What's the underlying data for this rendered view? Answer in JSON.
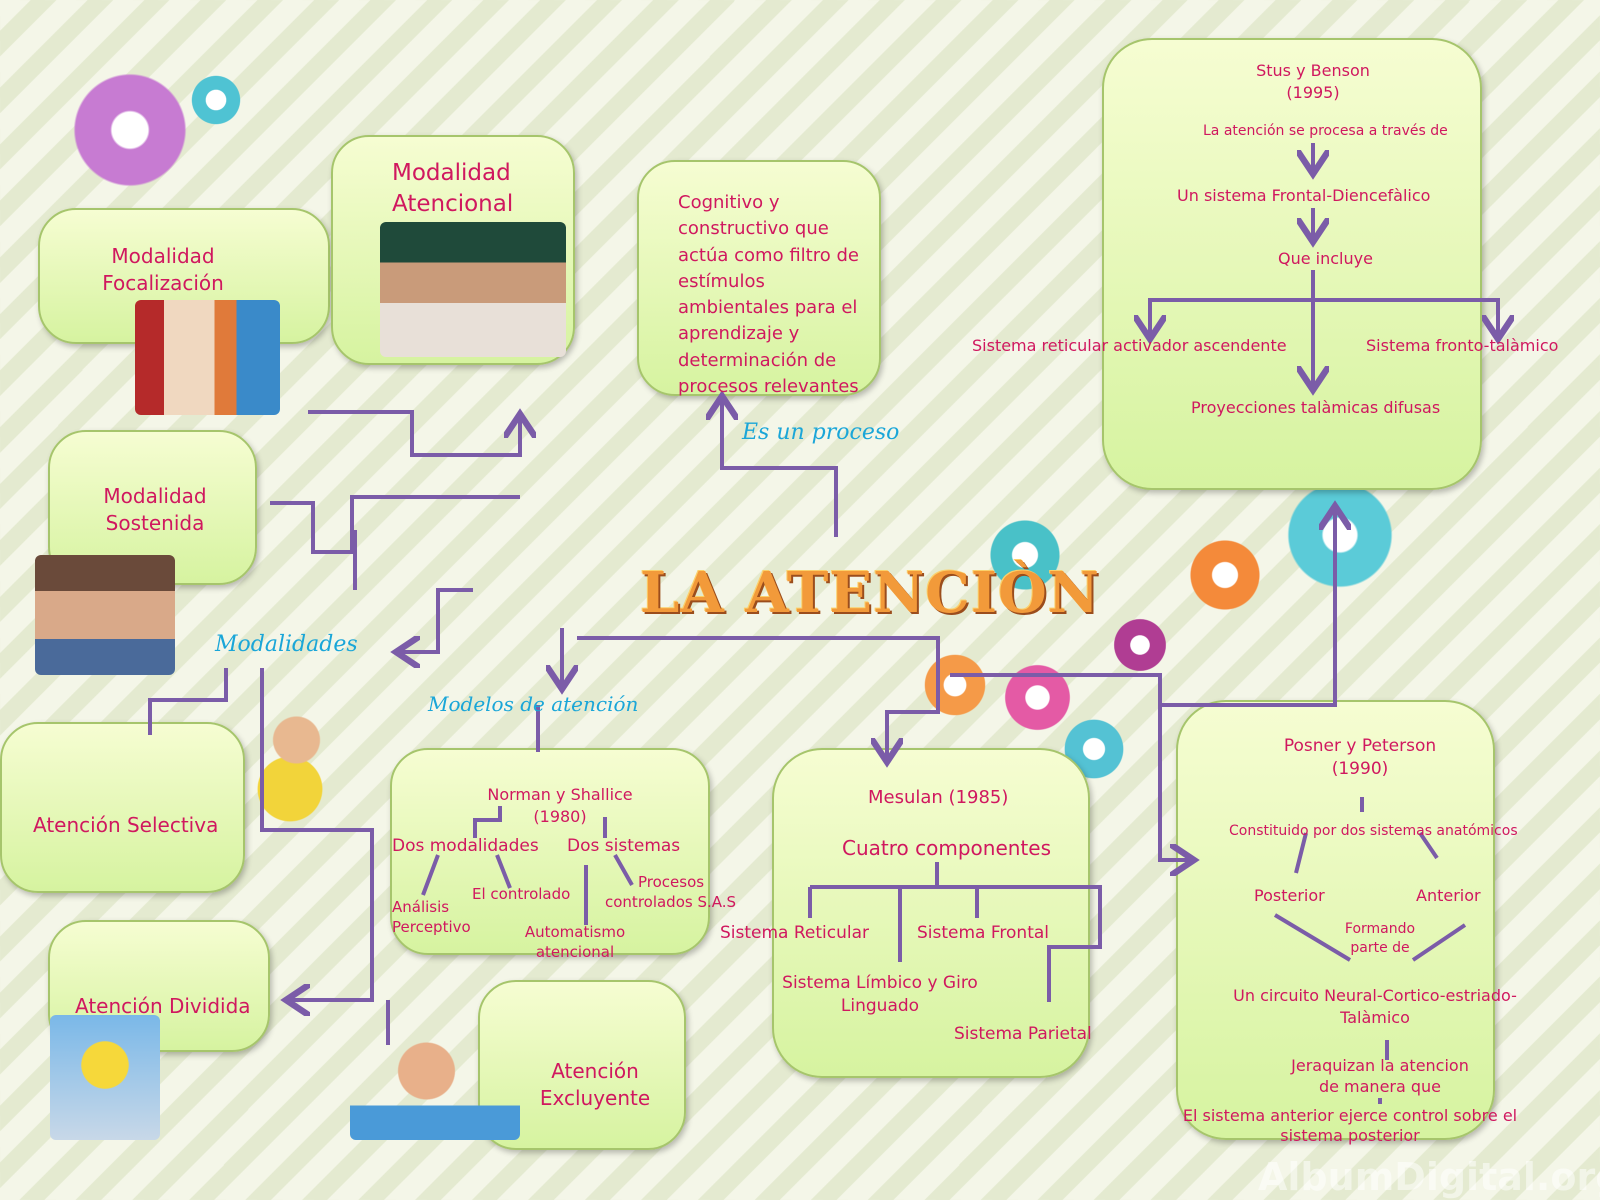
{
  "title": "LA ATENCIÒN",
  "watermark": "AlbumDigital.org",
  "colors": {
    "text": "#d0185f",
    "connector": "#7b5ca8",
    "label_blue": "#1aa6d8",
    "box_fill": "#e4f7b4"
  },
  "labels": {
    "es_un_proceso": "Es un proceso",
    "modalidades": "Modalidades",
    "modelos": "Modelos de atención"
  },
  "modalidades": {
    "focalizacion": [
      "Modalidad",
      "Focalización"
    ],
    "atencional": [
      "Modalidad",
      "Atencional"
    ],
    "sostenida": [
      "Modalidad",
      "Sostenida"
    ],
    "selectiva": "Atención Selectiva",
    "dividida": "Atención Dividida",
    "excluyente": [
      "Atención",
      "Excluyente"
    ]
  },
  "definicion": [
    "Cognitivo y",
    "constructivo que",
    "actúa como filtro  de",
    "estímulos",
    "ambientales para el",
    "aprendizaje y",
    "determinación de",
    "procesos relevantes"
  ],
  "stus": {
    "author": "Stus y Benson",
    "year": "(1995)",
    "s1": "La atención se procesa a través de",
    "s2": "Un sistema Frontal-Diencefàlico",
    "s3": "Que incluye",
    "left": "Sistema reticular activador ascendente",
    "right": "Sistema fronto-talàmico",
    "bottom": "Proyecciones talàmicas difusas"
  },
  "norman": {
    "author": "Norman y Shallice",
    "year": "(1980)",
    "a": "Dos modalidades",
    "b": "Dos sistemas",
    "a1": [
      "Análisis",
      "Perceptivo"
    ],
    "a2": "El controlado",
    "b1": [
      "Automatismo",
      "atencional"
    ],
    "b2": [
      "Procesos",
      "controlados S.A.S"
    ]
  },
  "mesulan": {
    "author": "Mesulan (1985)",
    "sub": "Cuatro componentes",
    "c1": "Sistema Reticular",
    "c2": "Sistema Frontal",
    "c3": [
      "Sistema Límbico y Giro",
      "Linguado"
    ],
    "c4": "Sistema Parietal"
  },
  "posner": {
    "author": "Posner y Peterson",
    "year": "(1990)",
    "s1": "Constituido por dos sistemas anatómicos",
    "post": "Posterior",
    "ant": "Anterior",
    "form": [
      "Formando",
      "parte de"
    ],
    "circ": [
      "Un circuito Neural-Cortico-estriado-",
      "Talàmico"
    ],
    "jer": [
      "Jeraquizan la atencion",
      "de manera que"
    ],
    "final": [
      "El sistema anterior ejerce control sobre el",
      "sistema posterior"
    ]
  }
}
